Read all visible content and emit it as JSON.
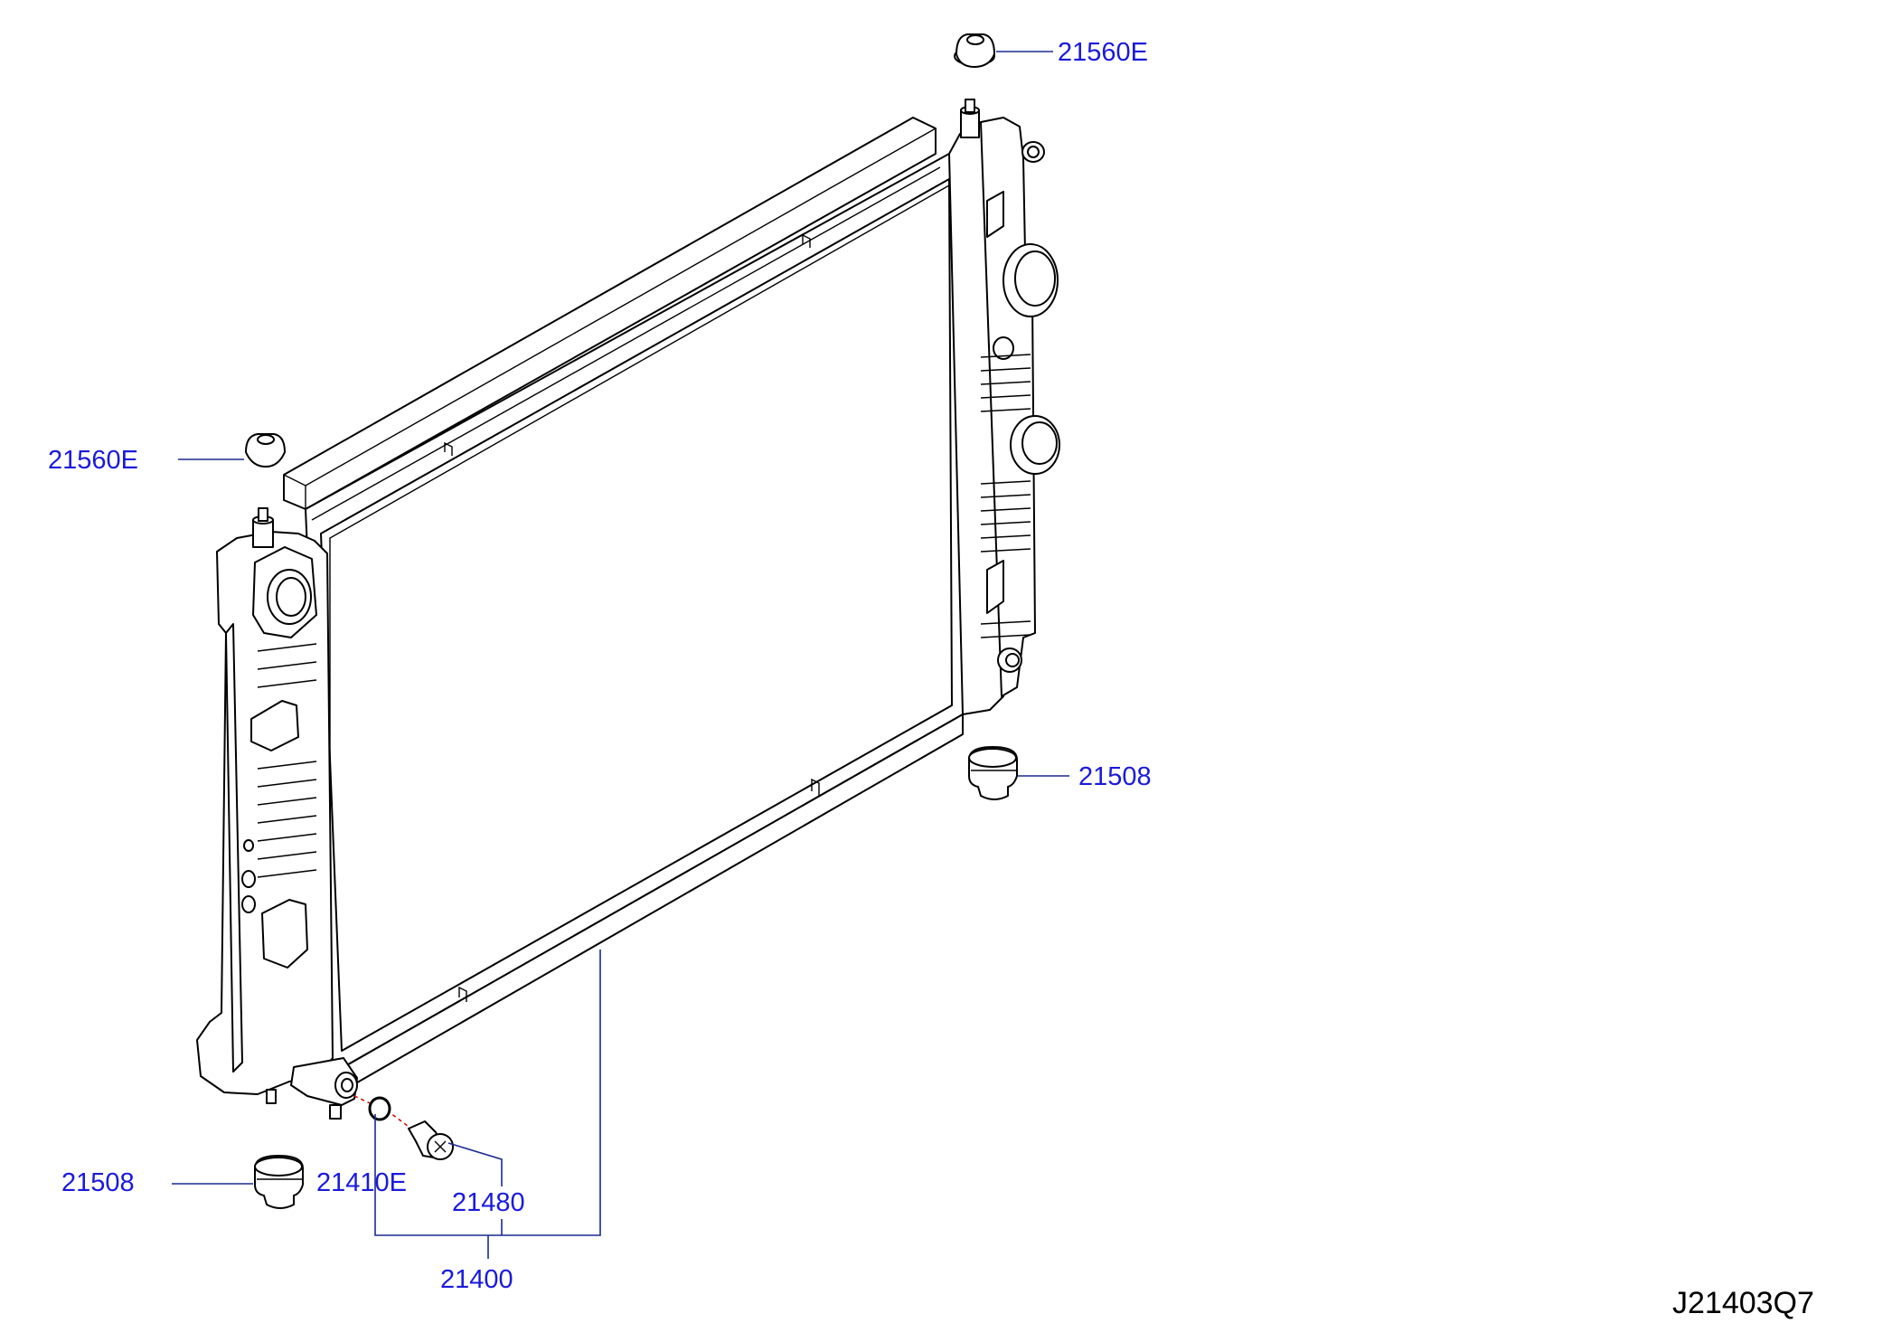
{
  "labels": {
    "cap_top": "21560E",
    "cap_left": "21560E",
    "mount_right": "21508",
    "mount_left": "21508",
    "oring": "21410E",
    "drain_plug": "21480",
    "radiator_assembly": "21400"
  },
  "diagram_code": "J21403Q7",
  "colors": {
    "callout_text": "#1a1adb",
    "leader_line": "#1a2a8f",
    "line_art": "#000000",
    "guide_dash": "#d00000"
  }
}
